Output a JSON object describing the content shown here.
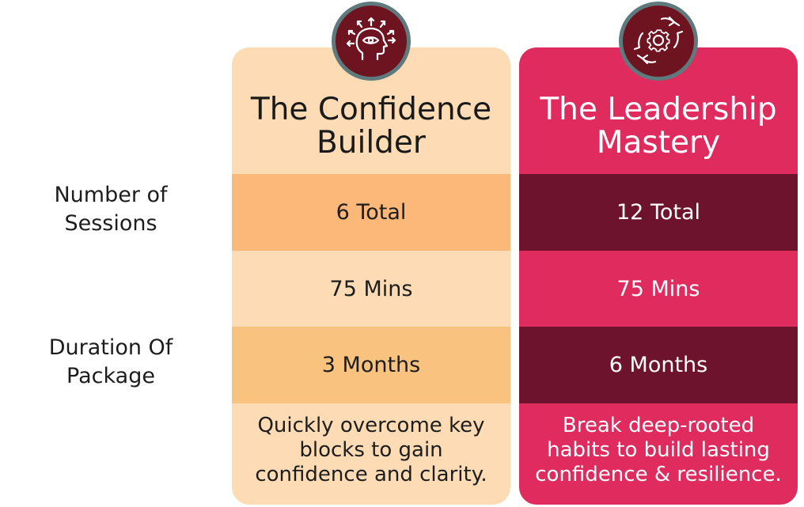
{
  "row_labels": {
    "sessions": [
      "Number of",
      "Sessions"
    ],
    "duration": [
      "Duration Of",
      "Package"
    ]
  },
  "packages": [
    {
      "title": [
        "The Confidence",
        "Builder"
      ],
      "icon": "mind-eye-icon",
      "sessions": "6 Total",
      "minutes": "75 Mins",
      "duration": "3 Months",
      "description": [
        "Quickly overcome key",
        "blocks to gain",
        "confidence and clarity."
      ]
    },
    {
      "title": [
        "The Leadership",
        "Mastery"
      ],
      "icon": "hands-gear-icon",
      "sessions": "12 Total",
      "minutes": "75 Mins",
      "duration": "6 Months",
      "description": [
        "Break deep-rooted",
        "habits to build lasting",
        "confidence & resilience."
      ]
    }
  ],
  "colors": {
    "card1_bg": "#fddcb5",
    "card1_highlight": "#fbb878",
    "card2_bg": "#e02b5f",
    "card2_highlight": "#6d132d",
    "badge_bg": "#6e1420",
    "badge_border": "#5e7a7c"
  }
}
